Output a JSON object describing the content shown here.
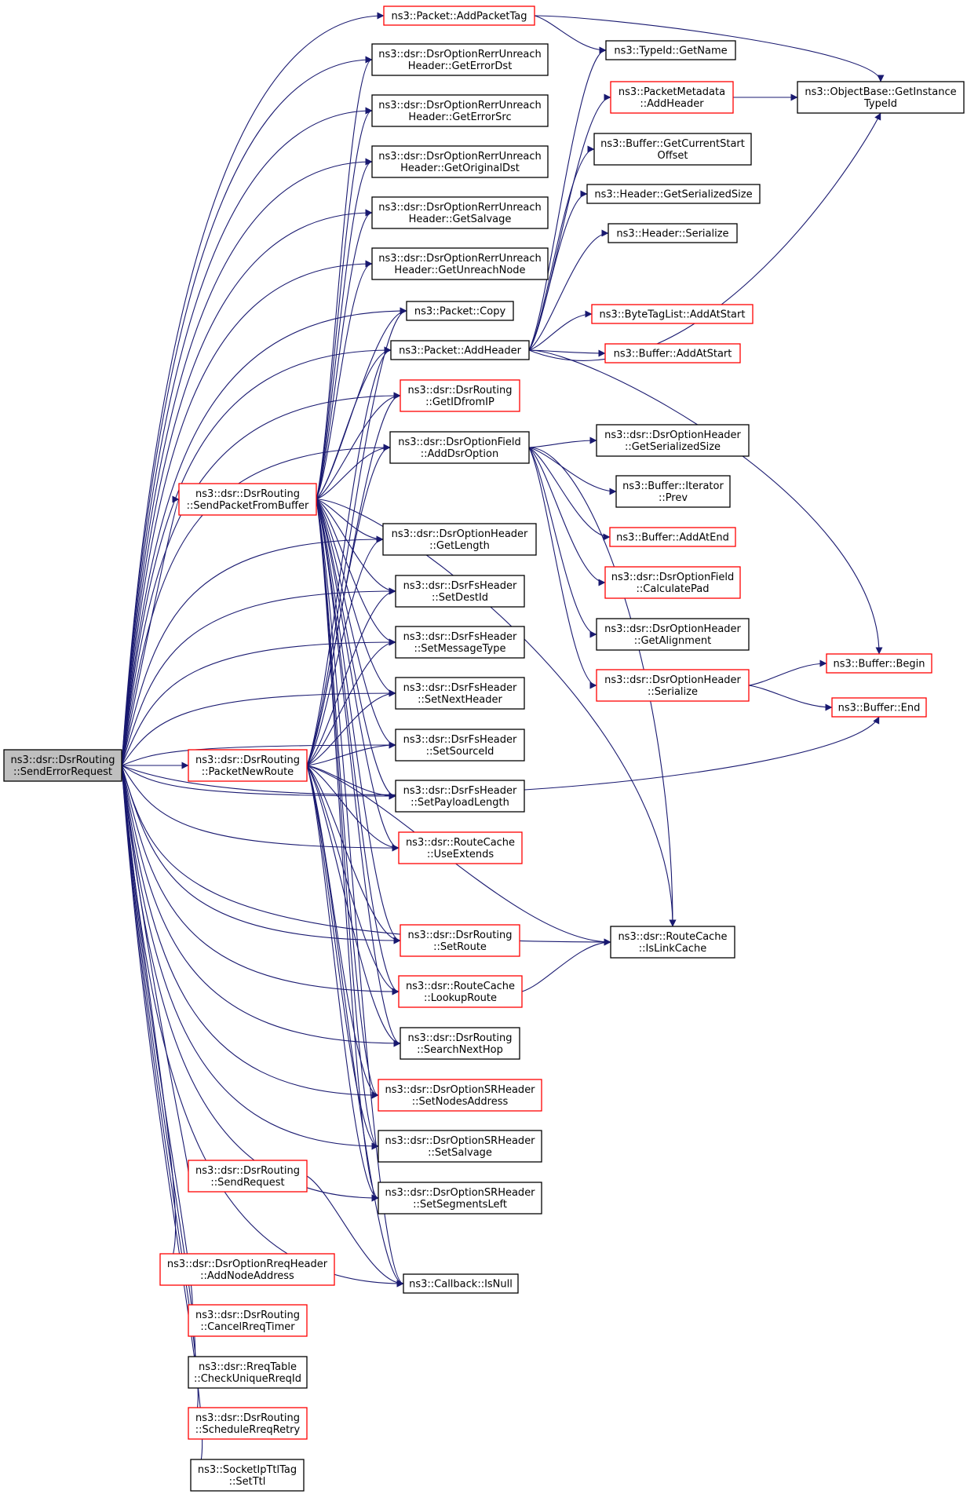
{
  "colors": {
    "edge": "#191970",
    "box_border_default": "#000000",
    "box_border_highlight": "#ff0000",
    "root_fill": "#bfbfbf"
  },
  "nodes": {
    "root": {
      "lines": [
        "ns3::dsr::DsrRouting",
        "::SendErrorRequest"
      ],
      "border": "black"
    },
    "addPacketTag": {
      "lines": [
        "ns3::Packet::AddPacketTag"
      ],
      "border": "red"
    },
    "getErrorDst": {
      "lines": [
        "ns3::dsr::DsrOptionRerrUnreach",
        "Header::GetErrorDst"
      ],
      "border": "black"
    },
    "getErrorSrc": {
      "lines": [
        "ns3::dsr::DsrOptionRerrUnreach",
        "Header::GetErrorSrc"
      ],
      "border": "black"
    },
    "getOriginalDst": {
      "lines": [
        "ns3::dsr::DsrOptionRerrUnreach",
        "Header::GetOriginalDst"
      ],
      "border": "black"
    },
    "getSalvage": {
      "lines": [
        "ns3::dsr::DsrOptionRerrUnreach",
        "Header::GetSalvage"
      ],
      "border": "black"
    },
    "getUnreachNode": {
      "lines": [
        "ns3::dsr::DsrOptionRerrUnreach",
        "Header::GetUnreachNode"
      ],
      "border": "black"
    },
    "packetCopy": {
      "lines": [
        "ns3::Packet::Copy"
      ],
      "border": "black"
    },
    "packetAddHeader": {
      "lines": [
        "ns3::Packet::AddHeader"
      ],
      "border": "black"
    },
    "getIDfromIP": {
      "lines": [
        "ns3::dsr::DsrRouting",
        "::GetIDfromIP"
      ],
      "border": "red"
    },
    "addDsrOption": {
      "lines": [
        "ns3::dsr::DsrOptionField",
        "::AddDsrOption"
      ],
      "border": "black"
    },
    "sendPacketFromBuffer": {
      "lines": [
        "ns3::dsr::DsrRouting",
        "::SendPacketFromBuffer"
      ],
      "border": "red"
    },
    "optHdrGetLength": {
      "lines": [
        "ns3::dsr::DsrOptionHeader",
        "::GetLength"
      ],
      "border": "black"
    },
    "setDestId": {
      "lines": [
        "ns3::dsr::DsrFsHeader",
        "::SetDestId"
      ],
      "border": "black"
    },
    "setMessageType": {
      "lines": [
        "ns3::dsr::DsrFsHeader",
        "::SetMessageType"
      ],
      "border": "black"
    },
    "setNextHeader": {
      "lines": [
        "ns3::dsr::DsrFsHeader",
        "::SetNextHeader"
      ],
      "border": "black"
    },
    "packetNewRoute": {
      "lines": [
        "ns3::dsr::DsrRouting",
        "::PacketNewRoute"
      ],
      "border": "red"
    },
    "setSourceId": {
      "lines": [
        "ns3::dsr::DsrFsHeader",
        "::SetSourceId"
      ],
      "border": "black"
    },
    "setPayloadLength": {
      "lines": [
        "ns3::dsr::DsrFsHeader",
        "::SetPayloadLength"
      ],
      "border": "black"
    },
    "useExtends": {
      "lines": [
        "ns3::dsr::RouteCache",
        "::UseExtends"
      ],
      "border": "red"
    },
    "setRoute": {
      "lines": [
        "ns3::dsr::DsrRouting",
        "::SetRoute"
      ],
      "border": "red"
    },
    "lookupRoute": {
      "lines": [
        "ns3::dsr::RouteCache",
        "::LookupRoute"
      ],
      "border": "red"
    },
    "searchNextHop": {
      "lines": [
        "ns3::dsr::DsrRouting",
        "::SearchNextHop"
      ],
      "border": "black"
    },
    "setNodesAddress": {
      "lines": [
        "ns3::dsr::DsrOptionSRHeader",
        "::SetNodesAddress"
      ],
      "border": "red"
    },
    "srSetSalvage": {
      "lines": [
        "ns3::dsr::DsrOptionSRHeader",
        "::SetSalvage"
      ],
      "border": "black"
    },
    "setSegmentsLeft": {
      "lines": [
        "ns3::dsr::DsrOptionSRHeader",
        "::SetSegmentsLeft"
      ],
      "border": "black"
    },
    "sendRequest": {
      "lines": [
        "ns3::dsr::DsrRouting",
        "::SendRequest"
      ],
      "border": "red"
    },
    "callbackIsNull": {
      "lines": [
        "ns3::Callback::IsNull"
      ],
      "border": "black"
    },
    "addNodeAddress": {
      "lines": [
        "ns3::dsr::DsrOptionRreqHeader",
        "::AddNodeAddress"
      ],
      "border": "red"
    },
    "cancelRreqTimer": {
      "lines": [
        "ns3::dsr::DsrRouting",
        "::CancelRreqTimer"
      ],
      "border": "red"
    },
    "checkUniqueRreqId": {
      "lines": [
        "ns3::dsr::RreqTable",
        "::CheckUniqueRreqId"
      ],
      "border": "black"
    },
    "scheduleRreqRetry": {
      "lines": [
        "ns3::dsr::DsrRouting",
        "::ScheduleRreqRetry"
      ],
      "border": "red"
    },
    "setTtl": {
      "lines": [
        "ns3::SocketIpTtlTag",
        "::SetTtl"
      ],
      "border": "black"
    },
    "typeIdGetName": {
      "lines": [
        "ns3::TypeId::GetName"
      ],
      "border": "black"
    },
    "pmAddHeader": {
      "lines": [
        "ns3::PacketMetadata",
        "::AddHeader"
      ],
      "border": "red"
    },
    "getInstanceTypeId": {
      "lines": [
        "ns3::ObjectBase::GetInstance",
        "TypeId"
      ],
      "border": "black"
    },
    "getCurrentStartOffset": {
      "lines": [
        "ns3::Buffer::GetCurrentStart",
        "Offset"
      ],
      "border": "black"
    },
    "hdrGetSerializedSize": {
      "lines": [
        "ns3::Header::GetSerializedSize"
      ],
      "border": "black"
    },
    "hdrSerialize": {
      "lines": [
        "ns3::Header::Serialize"
      ],
      "border": "black"
    },
    "byteTagAddAtStart": {
      "lines": [
        "ns3::ByteTagList::AddAtStart"
      ],
      "border": "red"
    },
    "bufferAddAtStart": {
      "lines": [
        "ns3::Buffer::AddAtStart"
      ],
      "border": "red"
    },
    "optHdrGetSerializedSize": {
      "lines": [
        "ns3::dsr::DsrOptionHeader",
        "::GetSerializedSize"
      ],
      "border": "black"
    },
    "iteratorPrev": {
      "lines": [
        "ns3::Buffer::Iterator",
        "::Prev"
      ],
      "border": "black"
    },
    "bufferAddAtEnd": {
      "lines": [
        "ns3::Buffer::AddAtEnd"
      ],
      "border": "red"
    },
    "calculatePad": {
      "lines": [
        "ns3::dsr::DsrOptionField",
        "::CalculatePad"
      ],
      "border": "red"
    },
    "getAlignment": {
      "lines": [
        "ns3::dsr::DsrOptionHeader",
        "::GetAlignment"
      ],
      "border": "black"
    },
    "optHdrSerialize": {
      "lines": [
        "ns3::dsr::DsrOptionHeader",
        "::Serialize"
      ],
      "border": "red"
    },
    "bufferBegin": {
      "lines": [
        "ns3::Buffer::Begin"
      ],
      "border": "red"
    },
    "bufferEnd": {
      "lines": [
        "ns3::Buffer::End"
      ],
      "border": "red"
    },
    "isLinkCache": {
      "lines": [
        "ns3::dsr::RouteCache",
        "::IsLinkCache"
      ],
      "border": "black"
    }
  }
}
